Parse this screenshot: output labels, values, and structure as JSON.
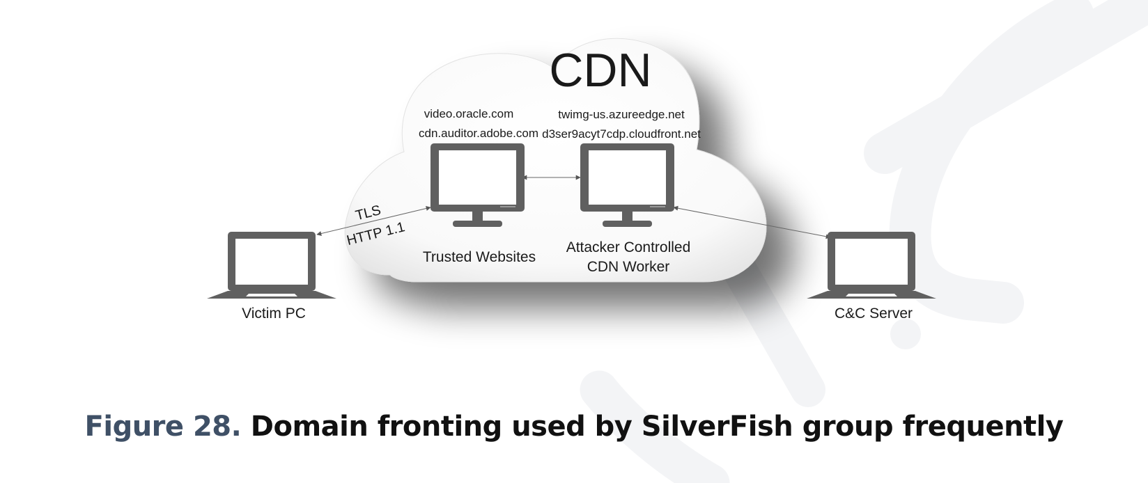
{
  "cloud_title": "CDN",
  "trusted_domains": [
    "video.oracle.com",
    "cdn.auditor.adobe.com"
  ],
  "worker_domains": [
    "twimg-us.azureedge.net",
    "d3ser9acyt7cdp.cloudfront.net"
  ],
  "protocol_labels": [
    "TLS",
    "HTTP 1.1"
  ],
  "nodes": {
    "victim": "Victim PC",
    "trusted": "Trusted Websites",
    "worker_line1": "Attacker Controlled",
    "worker_line2": "CDN Worker",
    "server": "C&C Server"
  },
  "caption": {
    "number": "Figure 28.",
    "text": "Domain fronting used by SilverFish group frequently"
  },
  "colors": {
    "device": "#606060",
    "caption_number": "#3f5066",
    "watermark": "#f3f4f6"
  },
  "icons": [
    "laptop-icon",
    "monitor-icon",
    "cloud-shape",
    "watermark-logo"
  ]
}
